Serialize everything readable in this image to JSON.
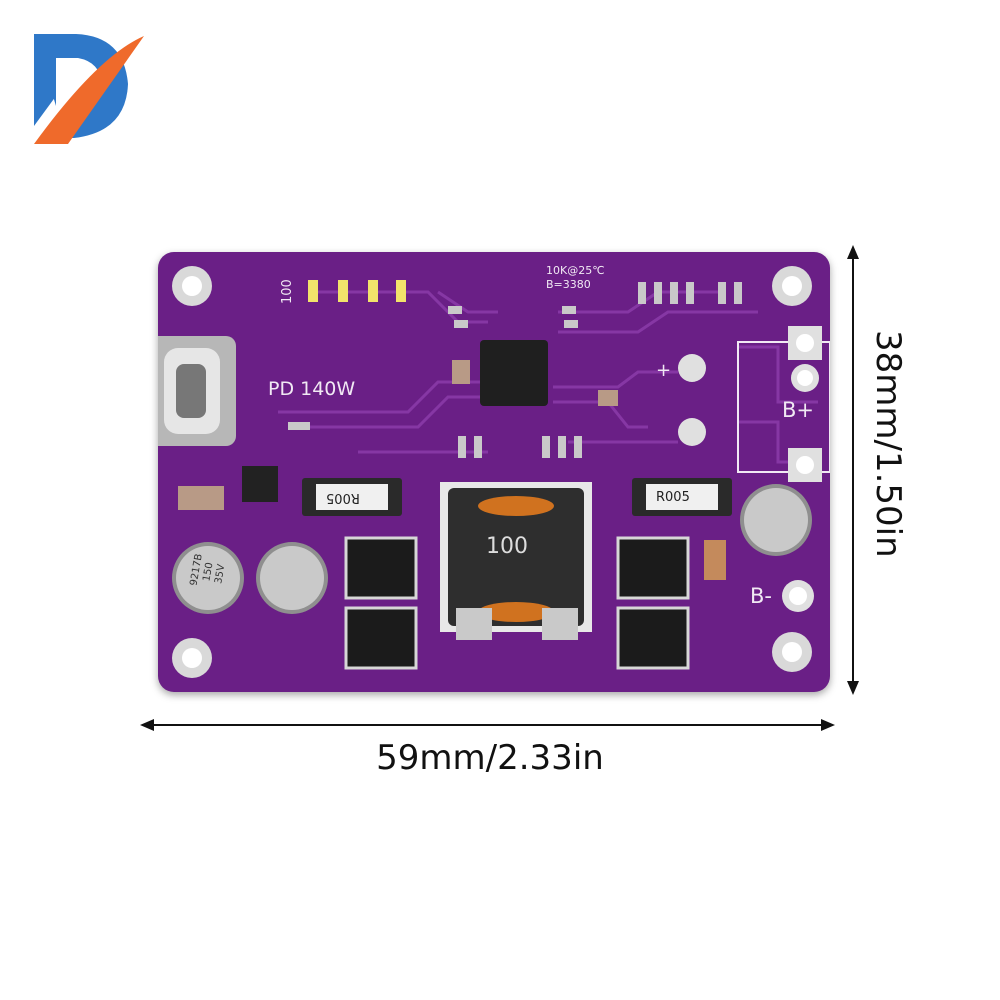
{
  "image": {
    "logo": "D-letter-logo",
    "board": {
      "silkscreen": {
        "power_label": "PD 140W",
        "led_resistor": "100",
        "ntc_line1": "10K@25℃",
        "ntc_line2": "B=3380",
        "plus_label": "+",
        "battery_plus": "B+",
        "battery_minus": "B-"
      },
      "components": {
        "inductor_marking": "100",
        "shunt_left": "R005",
        "shunt_right": "R005",
        "capacitor_marking_line1": "9217B",
        "capacitor_marking_line2": "150",
        "capacitor_marking_line3": "35V"
      },
      "colors": {
        "pcb": "#6a1f86",
        "logo_blue": "#2f78c8",
        "logo_orange": "#ef6a2b"
      }
    },
    "dimensions": {
      "width_label": "59mm/2.33in",
      "height_label": "38mm/1.50in"
    }
  }
}
